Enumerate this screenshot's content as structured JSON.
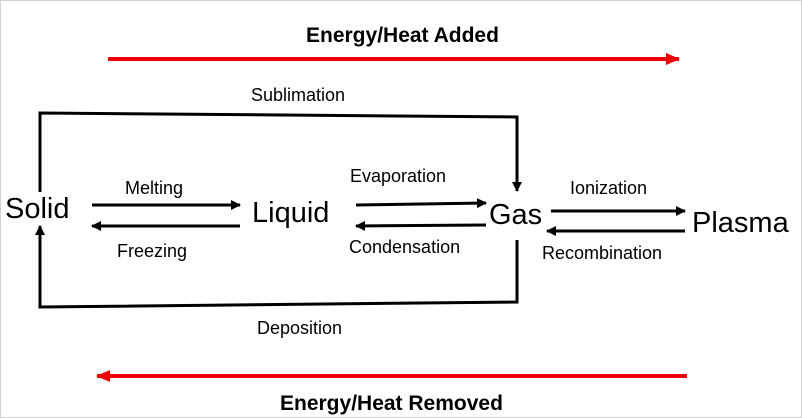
{
  "headings": {
    "added": "Energy/Heat Added",
    "removed": "Energy/Heat Removed"
  },
  "states": {
    "solid": "Solid",
    "liquid": "Liquid",
    "gas": "Gas",
    "plasma": "Plasma"
  },
  "processes": {
    "sublimation": "Sublimation",
    "melting": "Melting",
    "freezing": "Freezing",
    "evaporation": "Evaporation",
    "condensation": "Condensation",
    "ionization": "Ionization",
    "recombination": "Recombination",
    "deposition": "Deposition"
  },
  "colors": {
    "energy_arrow": "#ee0000",
    "process_arrow": "#000000"
  }
}
